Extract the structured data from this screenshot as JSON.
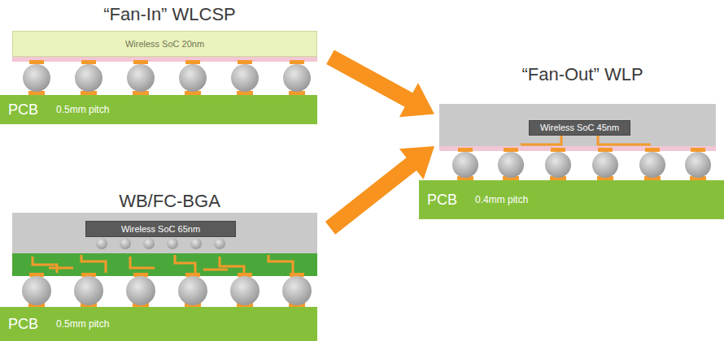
{
  "diagram": {
    "nodes": [
      {
        "text": [
          "“Fan-In” WLCSP"
        ]
      },
      {
        "text": [
          "Wireless SoC 20nm"
        ],
        "in": 0
      },
      {
        "text": [
          "PCB",
          "0.5mm pitch"
        ]
      },
      {
        "text": [
          "WB/FC-BGA"
        ]
      },
      {
        "text": [
          "Wireless SoC 65nm"
        ],
        "in": 3
      },
      {
        "text": [
          "PCB",
          "0.5mm pitch"
        ]
      },
      {
        "text": [
          "“Fan-Out” WLP"
        ]
      },
      {
        "text": [
          "Wireless SoC 45nm"
        ],
        "in": 6
      },
      {
        "text": [
          "PCB",
          "0.4mm pitch"
        ]
      }
    ],
    "edges": [
      {
        "from": 0,
        "to": 6,
        "arrow": "to"
      },
      {
        "from": 3,
        "to": 6,
        "arrow": "to"
      }
    ]
  }
}
